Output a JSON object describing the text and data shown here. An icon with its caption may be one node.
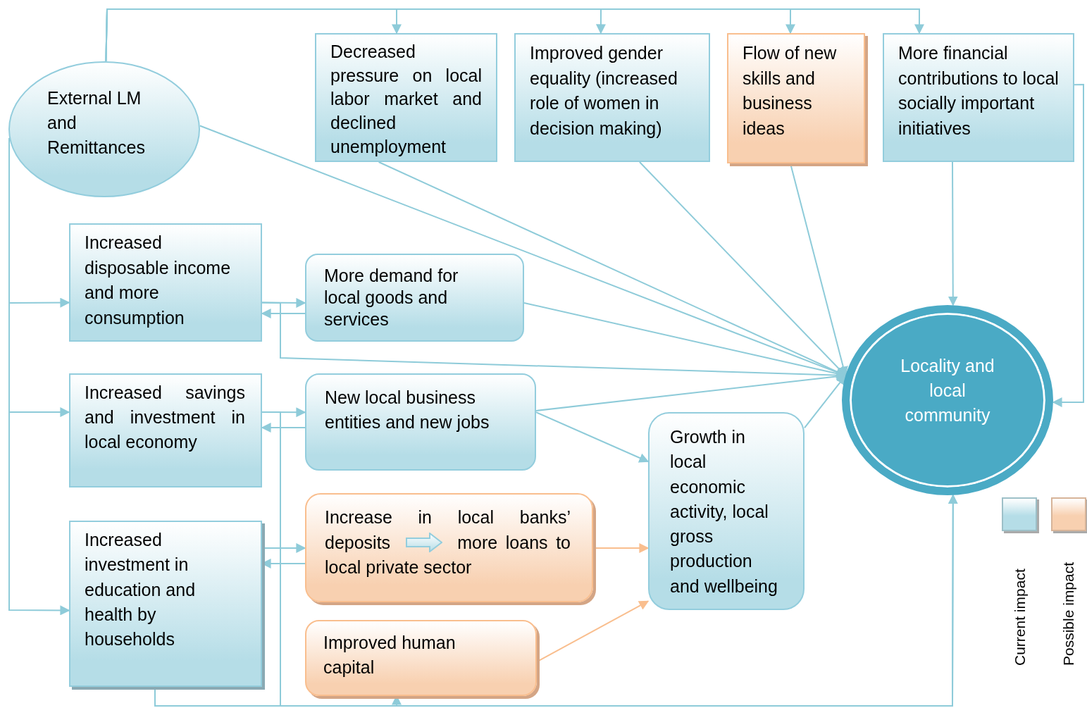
{
  "diagram": {
    "nodes": [
      {
        "text": [
          "External LM and Remittances"
        ]
      },
      {
        "text": [
          "Decreased pressure on local labor market and declined unemployment"
        ]
      },
      {
        "text": [
          "Improved gender equality (increased role of women in decision making)"
        ]
      },
      {
        "text": [
          "Flow of new skills and business ideas"
        ]
      },
      {
        "text": [
          "More financial contributions to local socially important initiatives"
        ]
      },
      {
        "text": [
          "Increased disposable income and more consumption"
        ]
      },
      {
        "text": [
          "More demand for local goods and services"
        ]
      },
      {
        "text": [
          "Increased savings and investment in local economy"
        ]
      },
      {
        "text": [
          "New local business entities and new jobs"
        ]
      },
      {
        "text": [
          "Growth in local economic activity, local gross production and wellbeing"
        ]
      },
      {
        "text": [
          "Increase in local banks’ deposits",
          "more loans to local private sector"
        ]
      },
      {
        "text": [
          "Increased investment in education and health by households"
        ]
      },
      {
        "text": [
          "Improved human capital"
        ]
      },
      {
        "text": [
          "Locality and local community"
        ]
      }
    ],
    "edges": [
      {
        "from": 0,
        "to": 1,
        "arrow": "to"
      },
      {
        "from": 0,
        "to": 2,
        "arrow": "to"
      },
      {
        "from": 0,
        "to": 3,
        "arrow": "to"
      },
      {
        "from": 0,
        "to": 4,
        "arrow": "to"
      },
      {
        "from": 0,
        "to": 13,
        "arrow": "to"
      },
      {
        "from": 1,
        "to": 13,
        "arrow": "to"
      },
      {
        "from": 2,
        "to": 13,
        "arrow": "to"
      },
      {
        "from": 3,
        "to": 13,
        "arrow": "to"
      },
      {
        "from": 4,
        "to": 13,
        "arrow": "to"
      },
      {
        "from": 4,
        "to": 13,
        "arrow": "to"
      },
      {
        "from": 0,
        "to": 5,
        "arrow": "to"
      },
      {
        "from": 0,
        "to": 7,
        "arrow": "to"
      },
      {
        "from": 0,
        "to": 11,
        "arrow": "to"
      },
      {
        "from": 5,
        "to": 6,
        "arrow": "to"
      },
      {
        "from": 6,
        "to": 5,
        "arrow": "to"
      },
      {
        "from": 7,
        "to": 8,
        "arrow": "to"
      },
      {
        "from": 8,
        "to": 7,
        "arrow": "to"
      },
      {
        "from": 11,
        "to": 10,
        "arrow": "to"
      },
      {
        "from": 10,
        "to": 11,
        "arrow": "to"
      },
      {
        "from": 5,
        "to": 13,
        "arrow": "to"
      },
      {
        "from": 7,
        "to": 13,
        "arrow": "to"
      },
      {
        "from": 11,
        "to": 13,
        "arrow": "to"
      },
      {
        "from": 11,
        "to": 12,
        "arrow": "to"
      },
      {
        "from": 6,
        "to": 13,
        "arrow": "to"
      },
      {
        "from": 8,
        "to": 13,
        "arrow": "to"
      },
      {
        "from": 8,
        "to": 9,
        "arrow": "to"
      },
      {
        "from": 9,
        "to": 13,
        "arrow": "to"
      },
      {
        "from": 10,
        "to": 9,
        "arrow": "to",
        "color": "#f9be8e"
      },
      {
        "from": 12,
        "to": 9,
        "arrow": "to",
        "color": "#f9be8e"
      }
    ],
    "legend": [
      {
        "text": "Current impact",
        "color": "#b5dde7"
      },
      {
        "text": "Possible impact",
        "color": "#f8d0b0"
      }
    ]
  }
}
